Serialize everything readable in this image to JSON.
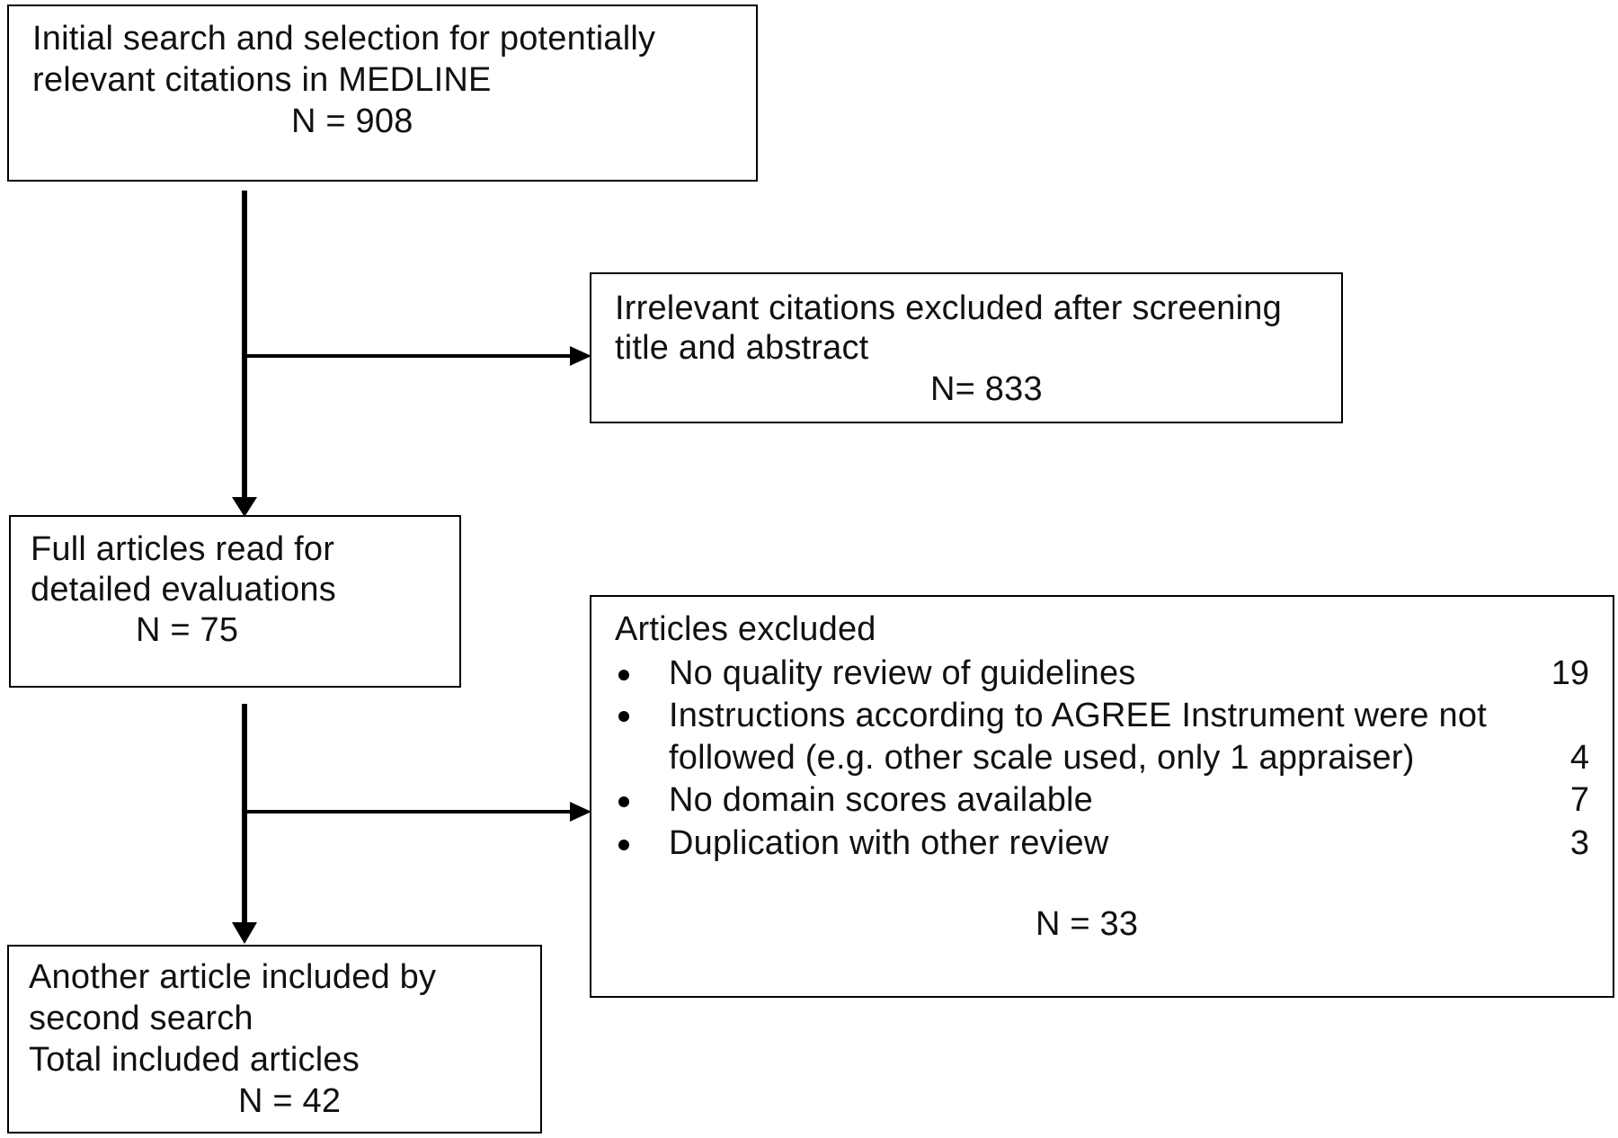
{
  "boxes": {
    "initial": {
      "lines": [
        "Initial search and selection for potentially",
        "relevant citations in MEDLINE"
      ],
      "n": "N = 908"
    },
    "irrelevant": {
      "lines": [
        "Irrelevant citations excluded after screening",
        "title and abstract"
      ],
      "n": "N= 833"
    },
    "full_articles": {
      "lines": [
        "Full articles read for",
        "detailed evaluations"
      ],
      "n": "N = 75"
    },
    "excluded": {
      "title": "Articles excluded",
      "items": [
        {
          "text_lines": [
            "No quality review of guidelines"
          ],
          "count": "19"
        },
        {
          "text_lines": [
            "Instructions according to AGREE Instrument were not",
            "followed (e.g. other scale used, only 1 appraiser)"
          ],
          "count": "4"
        },
        {
          "text_lines": [
            "No domain scores available"
          ],
          "count": "7"
        },
        {
          "text_lines": [
            "Duplication with other review"
          ],
          "count": "3"
        }
      ],
      "n": "N = 33"
    },
    "total": {
      "lines": [
        "Another article included by",
        "second search",
        "Total included articles"
      ],
      "n": "N = 42"
    }
  },
  "colors": {
    "line": "#000000",
    "background": "#ffffff",
    "text": "#111111"
  }
}
